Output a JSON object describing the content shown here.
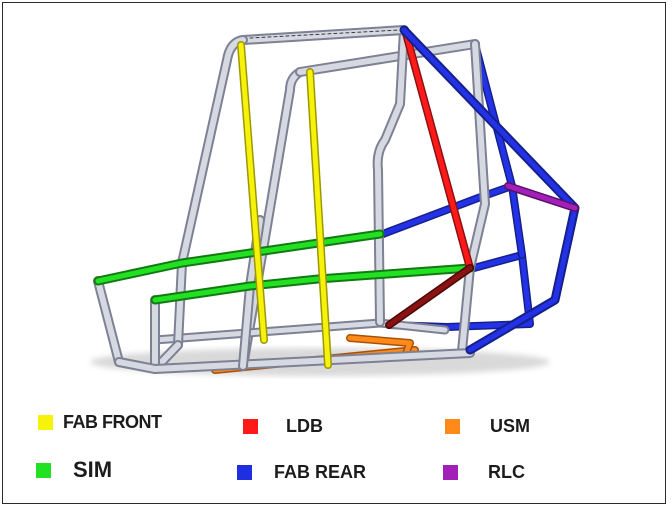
{
  "legend": {
    "items": [
      {
        "label": "FAB FRONT",
        "color": "#f7f20a"
      },
      {
        "label": "LDB",
        "color": "#ff1a1a"
      },
      {
        "label": "USM",
        "color": "#ff8a1a"
      },
      {
        "label": "SIM",
        "color": "#22e022"
      },
      {
        "label": "FAB REAR",
        "color": "#1f2ee0"
      },
      {
        "label": "RLC",
        "color": "#a21fb8"
      }
    ]
  },
  "colors": {
    "tube": "#c9ccd8",
    "tube_dark": "#7e8194",
    "ldb_dark": "#8a1212",
    "background": "#ffffff",
    "border": "#2a2a2a"
  }
}
